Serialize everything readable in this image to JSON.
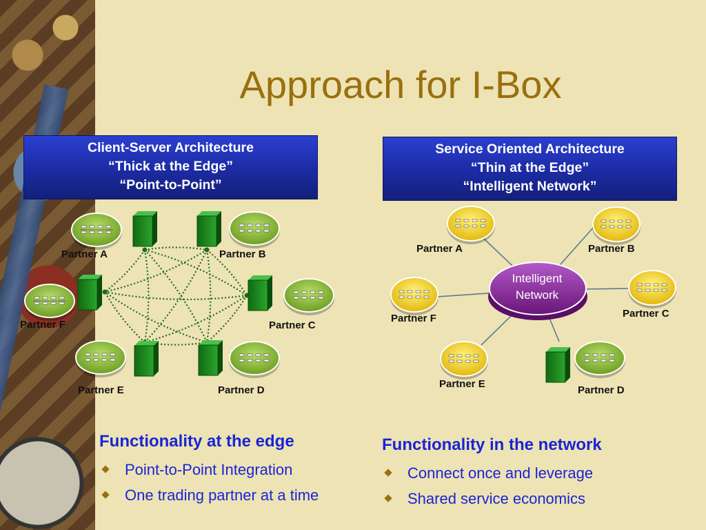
{
  "slide": {
    "title": "Approach for I-Box"
  },
  "left_panel": {
    "header": [
      "Client-Server Architecture",
      "“Thick at the Edge”",
      "“Point-to-Point”"
    ],
    "partners": [
      "Partner A",
      "Partner B",
      "Partner C",
      "Partner D",
      "Partner E",
      "Partner F"
    ],
    "heading": "Functionality at the edge",
    "bullets": [
      "Point-to-Point Integration",
      "One trading partner at a time"
    ]
  },
  "right_panel": {
    "header": [
      "Service Oriented Architecture",
      "“Thin at the Edge”",
      "“Intelligent Network”"
    ],
    "network_label": [
      "Intelligent",
      "Network"
    ],
    "partners": [
      "Partner A",
      "Partner B",
      "Partner C",
      "Partner D",
      "Partner E",
      "Partner F"
    ],
    "heading": "Functionality in the network",
    "bullets": [
      "Connect once and leverage",
      "Shared service economics"
    ]
  },
  "colors": {
    "title": "#9a6f0e",
    "header_blue": "#1c2ba3",
    "text_blue": "#1a24d6",
    "node_green": "#8cbd3a",
    "node_yellow": "#f2d21c",
    "server_green": "#1f8a1f",
    "network_purple": "#8a2a9a",
    "link_green": "#1e6b1e"
  }
}
